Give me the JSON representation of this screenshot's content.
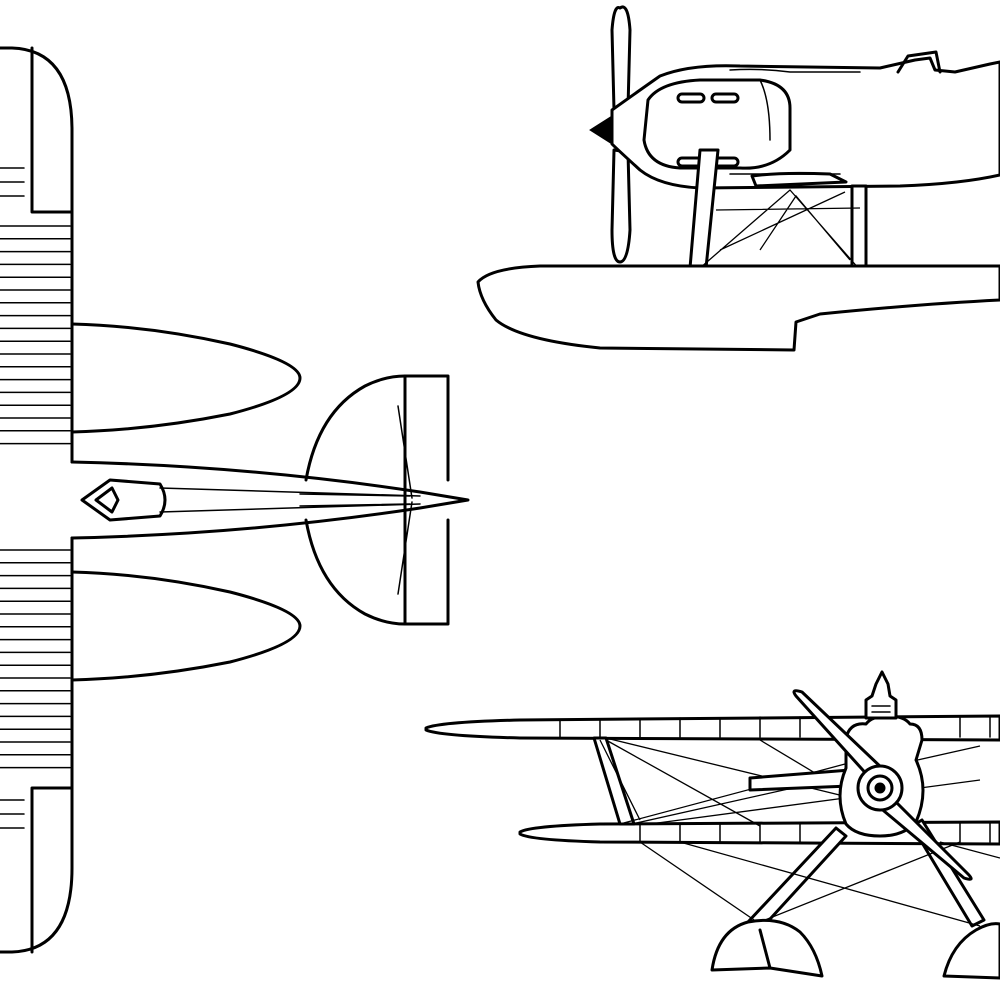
{
  "views": [
    {
      "name": "plan-view"
    },
    {
      "name": "side-view"
    },
    {
      "name": "front-view"
    }
  ],
  "colors": {
    "line": "#000000",
    "background": "#ffffff"
  }
}
